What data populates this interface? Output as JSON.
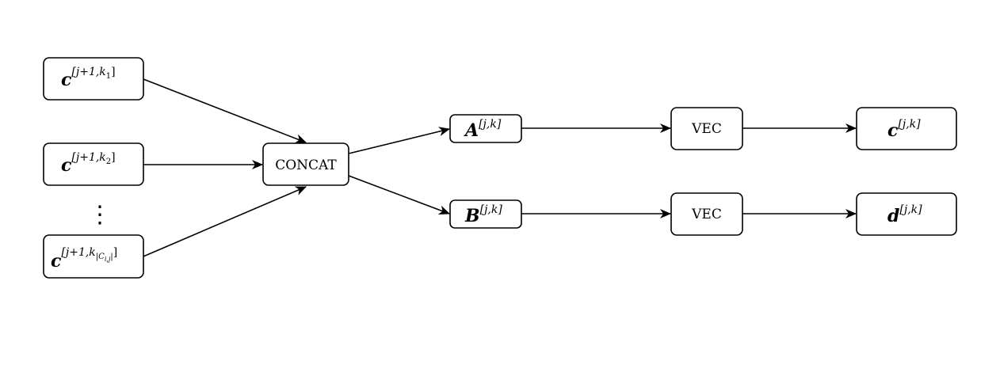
{
  "nodes": {
    "c1": {
      "base": "c",
      "sup_open": "[j+1,",
      "sup_k": "k",
      "sup_sub": "1",
      "sup_close": "]"
    },
    "c2": {
      "base": "c",
      "sup_open": "[j+1,",
      "sup_k": "k",
      "sup_sub": "2",
      "sup_close": "]"
    },
    "ellipsis": "⋮",
    "cn": {
      "base": "c",
      "sup_open": "[j+1,",
      "sup_k": "k",
      "sup_sub": "|C",
      "sup_subsub": "i,j",
      "sup_subclose": "|",
      "sup_close": "]"
    },
    "concat": "CONCAT",
    "A": {
      "base": "A",
      "sup": "[j,k]"
    },
    "B": {
      "base": "B",
      "sup": "[j,k]"
    },
    "vec1": "VEC",
    "vec2": "VEC",
    "cout": {
      "base": "c",
      "sup": "[j,k]"
    },
    "dout": {
      "base": "d",
      "sup": "[j,k]"
    }
  },
  "colors": {
    "stroke": "#000000",
    "fill": "#ffffff"
  }
}
